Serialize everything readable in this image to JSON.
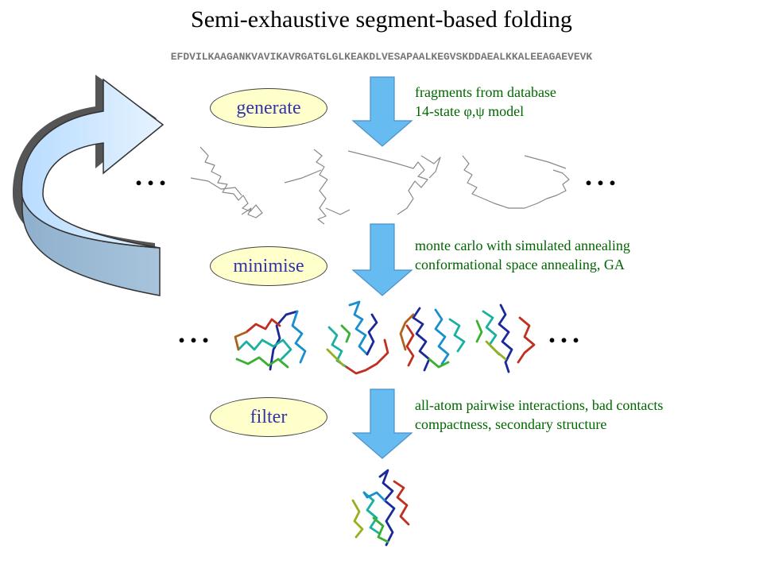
{
  "title": "Semi-exhaustive segment-based folding",
  "sequence": "EFDVILKAAGANKVAVIKAVRGATGLGLKEAKDLVESAPAALKEGVSKDDAEALKKALEEAGAEVEVK",
  "stages": [
    {
      "label": "generate",
      "notes": [
        "fragments from database",
        "14-state φ,ψ  model"
      ]
    },
    {
      "label": "minimise",
      "notes": [
        "monte carlo with simulated annealing",
        "conformational space annealing, GA"
      ]
    },
    {
      "label": "filter",
      "notes": [
        "all-atom pairwise interactions, bad contacts",
        "compactness, secondary structure"
      ]
    }
  ],
  "ellipsis": "...",
  "colors": {
    "title": "#000000",
    "stage_label": "#3333aa",
    "stage_fill": "#ffffcc",
    "note_text": "#006600",
    "arrow_fill": "#66bbf0",
    "cycle_arrow_light": "#cce6ff",
    "cycle_arrow_dark": "#99bbd4"
  }
}
